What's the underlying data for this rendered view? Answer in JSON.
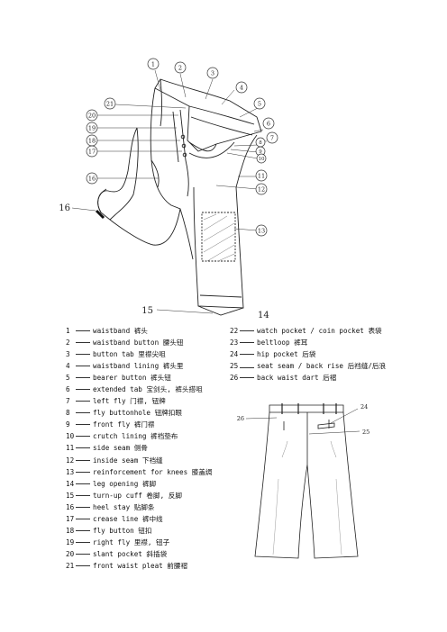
{
  "main_figure": {
    "callouts": [
      "1",
      "2",
      "3",
      "4",
      "5",
      "6",
      "7",
      "8",
      "9",
      "10",
      "11",
      "12",
      "13",
      "14",
      "15",
      "16",
      "17",
      "18",
      "19",
      "20",
      "21"
    ],
    "bottom_labels": {
      "hem_left": "15",
      "hem_right": "14",
      "cuff": "16"
    }
  },
  "back_figure": {
    "callouts": {
      "a": "24",
      "b": "25",
      "c": "26"
    }
  },
  "legend_left": [
    {
      "num": "1",
      "text": "waistband 裤头"
    },
    {
      "num": "2",
      "text": "waistband button 腰头钮"
    },
    {
      "num": "3",
      "text": "button tab 里襟尖咀"
    },
    {
      "num": "4",
      "text": "waistband lining 裤头里"
    },
    {
      "num": "5",
      "text": "bearer button 裤头钮"
    },
    {
      "num": "6",
      "text": "extended tab 宝剑头, 裤头搭咀"
    },
    {
      "num": "7",
      "text": "left fly 门襟, 钮牌"
    },
    {
      "num": "8",
      "text": "fly buttonhole 钮牌扣眼"
    },
    {
      "num": "9",
      "text": "front fly 裤门襟"
    },
    {
      "num": "10",
      "text": "crutch lining 裤裆垫布"
    },
    {
      "num": "11",
      "text": "side seam 侧骨"
    },
    {
      "num": "12",
      "text": "inside seam 下裆缝"
    },
    {
      "num": "13",
      "text": "reinforcement for knees 膝盖绸"
    },
    {
      "num": "14",
      "text": "leg opening 裤脚"
    },
    {
      "num": "15",
      "text": "turn-up cuff 卷脚, 反脚"
    },
    {
      "num": "16",
      "text": "heel stay 贴脚条"
    },
    {
      "num": "17",
      "text": "crease line 裤中线"
    },
    {
      "num": "18",
      "text": "fly button 钮扣"
    },
    {
      "num": "19",
      "text": "right fly 里襟, 钮子"
    },
    {
      "num": "20",
      "text": "slant pocket 斜插袋"
    },
    {
      "num": "21",
      "text": "front waist pleat 前腰褶"
    }
  ],
  "legend_right": [
    {
      "num": "22",
      "text": "watch pocket / coin pocket 表袋"
    },
    {
      "num": "23",
      "text": "beltloop 裤耳"
    },
    {
      "num": "24",
      "text": "hip pocket 后袋"
    },
    {
      "num": "25",
      "text": "seat seam / back rise 后裆缝/后浪"
    },
    {
      "num": "26",
      "text": "back waist dart 后褶"
    }
  ]
}
